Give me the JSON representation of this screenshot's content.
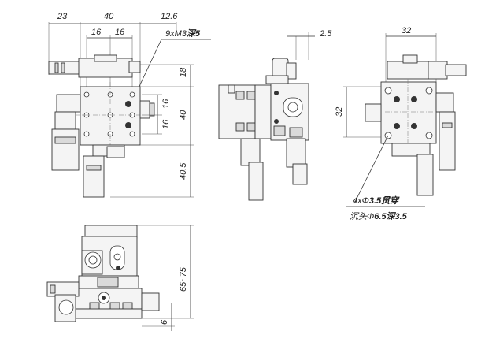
{
  "drawing": {
    "top_view": {
      "dim_width_left": "23",
      "dim_width_top": "40",
      "dim_offset_right": "12.6",
      "dim_pitch_left": "16",
      "dim_pitch_right": "16",
      "tap_note": "9xM3",
      "tap_depth_label": "深5",
      "dim_height_top": "18",
      "dim_height_mid": "40",
      "dim_height_bottom": "40.5",
      "dim_pitch_vertical_a": "16",
      "dim_pitch_vertical_b": "16"
    },
    "side_view": {
      "dim_offset": "2.5"
    },
    "right_view": {
      "dim_width": "32",
      "dim_height": "32",
      "through_hole_note": "4xΦ",
      "through_hole_value": "3.5贯穿",
      "counterbore_note": "沉头Φ",
      "counterbore_value": "6.5深3.5"
    },
    "front_view": {
      "dim_height_range": "65~75",
      "dim_base": "6"
    }
  },
  "colors": {
    "line": "#333333",
    "part_fill": "#f4f4f4",
    "shade": "#dadada"
  }
}
